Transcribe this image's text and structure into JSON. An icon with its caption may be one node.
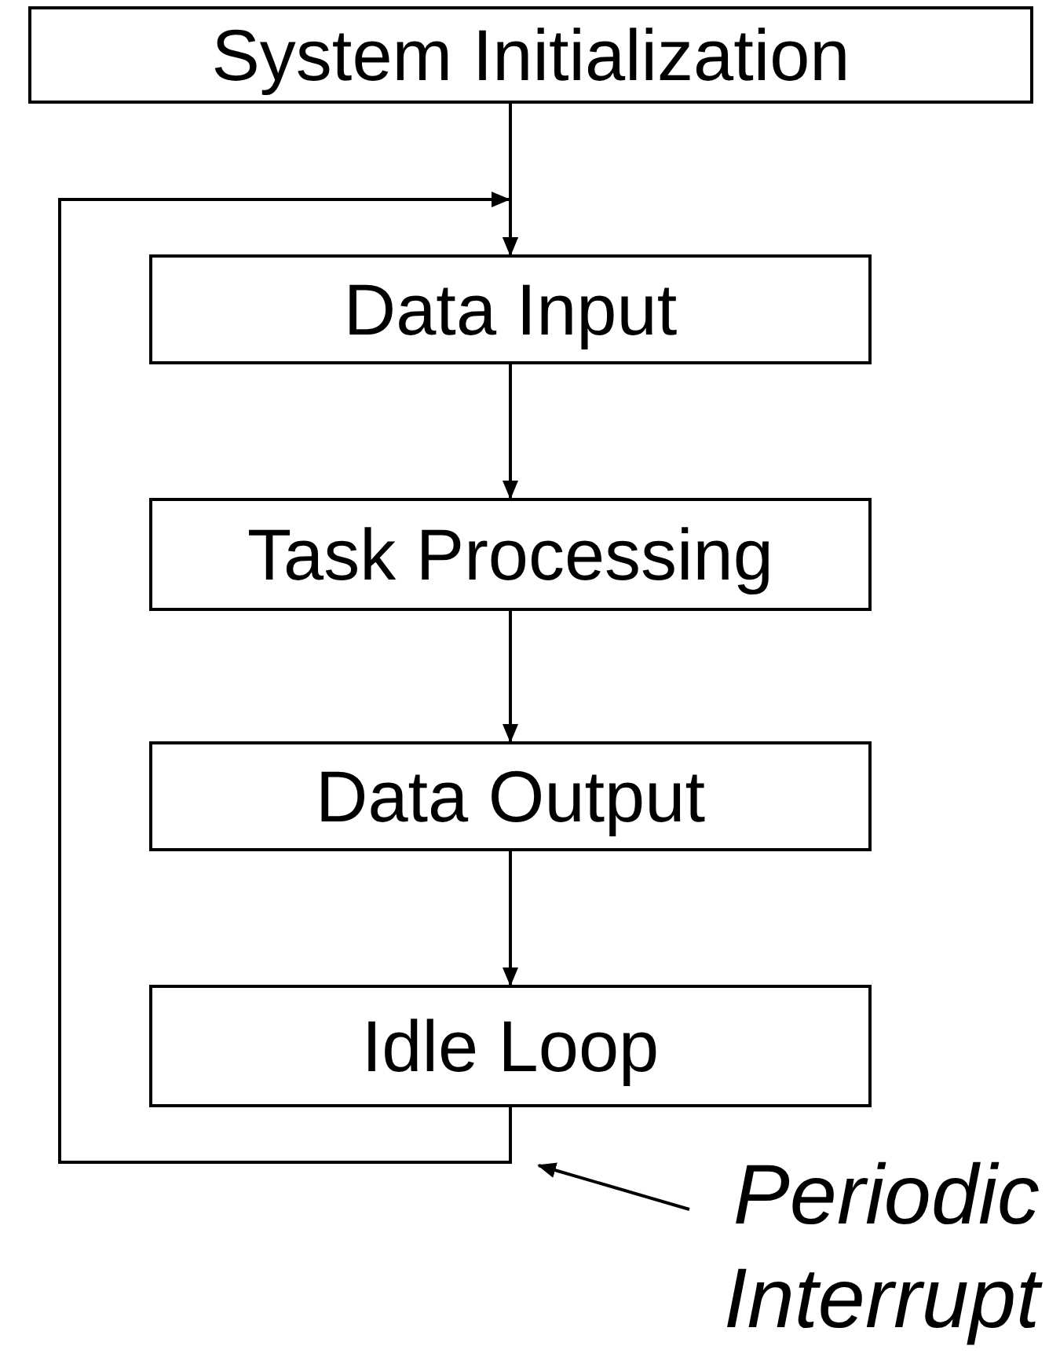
{
  "diagram": {
    "nodes": [
      {
        "text": [
          "System Initialization"
        ]
      },
      {
        "text": [
          "Data Input"
        ]
      },
      {
        "text": [
          "Task Processing"
        ]
      },
      {
        "text": [
          "Data Output"
        ]
      },
      {
        "text": [
          "Idle Loop"
        ]
      },
      {
        "text": [
          "Periodic Interrupt"
        ]
      }
    ],
    "edges": [
      {
        "from": 0,
        "to": 1,
        "arrow": "to"
      },
      {
        "from": 1,
        "to": 2,
        "arrow": "to"
      },
      {
        "from": 2,
        "to": 3,
        "arrow": "to"
      },
      {
        "from": 3,
        "to": 4,
        "arrow": "to"
      },
      {
        "from": 4,
        "to": 1,
        "arrow": "to"
      },
      {
        "from": 5,
        "to": null,
        "arrow": "to"
      }
    ]
  }
}
